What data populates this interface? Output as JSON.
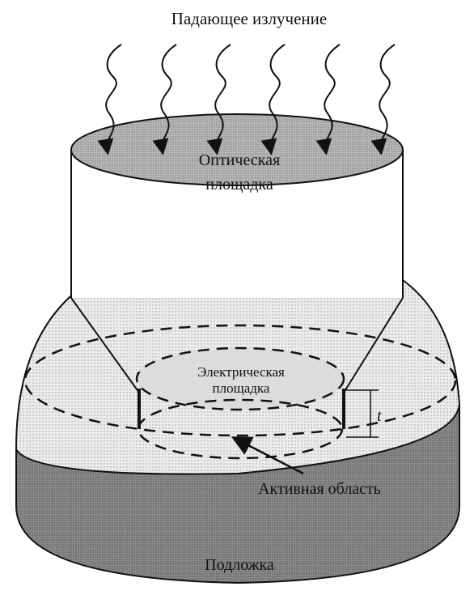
{
  "labels": {
    "incident_radiation": "Падающее излучение",
    "optical_pad_line1": "Оптическая",
    "optical_pad_line2": "площадка",
    "electrical_pad_line1": "Электрическая",
    "electrical_pad_line2": "площадка",
    "thickness": "t",
    "active_region": "Активная область",
    "substrate": "Подложка"
  },
  "colors": {
    "ink": "#111111",
    "optical_pad_fill": "#b8b8b8",
    "dome_fill": "#ececec",
    "dome_dots": "#9a9a9a",
    "substrate_fill": "#8a8a8a",
    "electrical_pad_fill": "#dcdcdc"
  }
}
